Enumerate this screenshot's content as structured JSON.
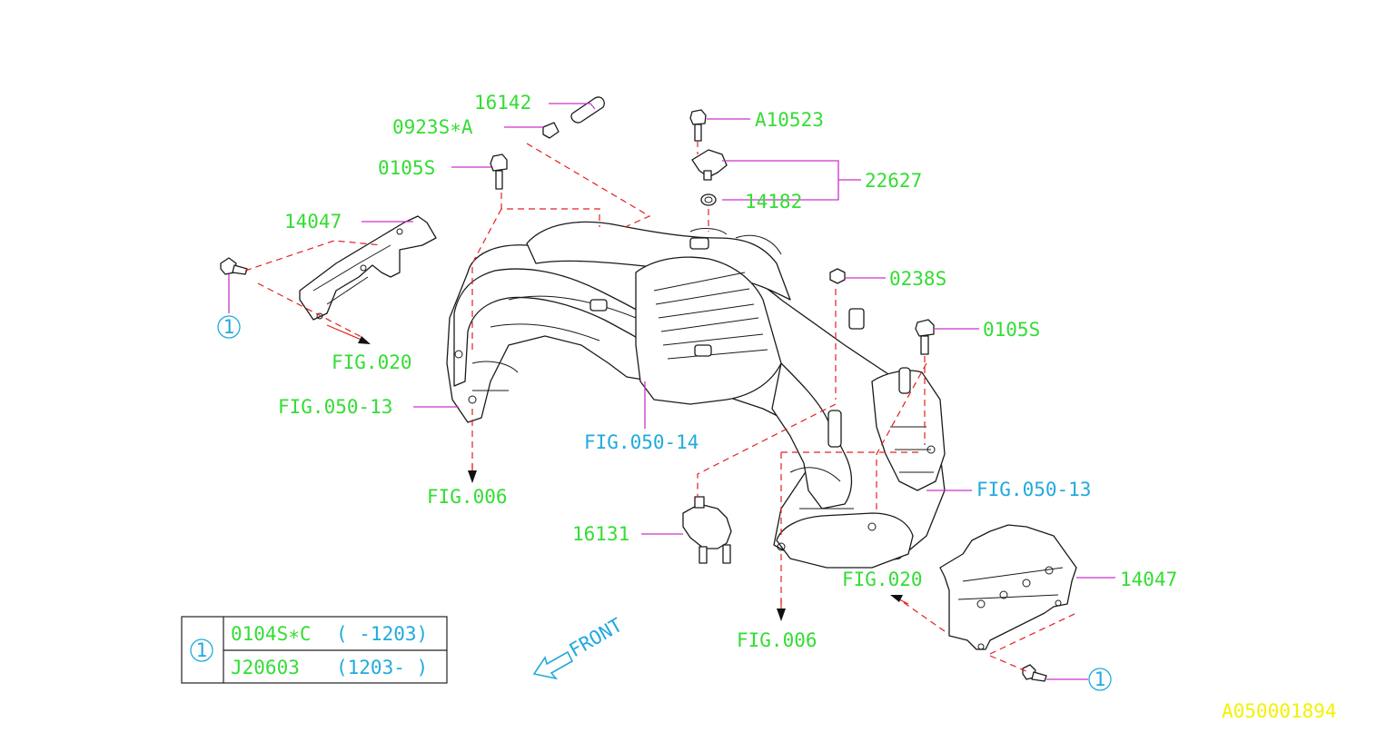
{
  "labels": {
    "p16142": "16142",
    "p0923s": "0923S∗A",
    "p0105s_left": "0105S",
    "p14047_left": "14047",
    "ref1_left": "1",
    "fig020_left": "FIG.020",
    "fig050_13_left": "FIG.050-13",
    "fig006_left": "FIG.006",
    "fig050_14": "FIG.050-14",
    "pA10523": "A10523",
    "p22627": "22627",
    "p14182": "14182",
    "p0238s": "0238S",
    "p0105s_right": "0105S",
    "fig050_13_right": "FIG.050-13",
    "p16131": "16131",
    "fig020_right": "FIG.020",
    "p14047_right": "14047",
    "fig006_right": "FIG.006",
    "ref1_right": "1",
    "front": "FRONT",
    "diagram_id": "A050001894"
  },
  "legend": {
    "ref": "1",
    "rows": [
      {
        "part": "0104S∗C",
        "range": "( -1203)"
      },
      {
        "part": "J20603",
        "range": "(1203- )"
      }
    ]
  },
  "colors": {
    "part_number": "#33dd33",
    "figure_ref": "#22aadd",
    "leader": "#cc33cc",
    "dashed": "#e32020",
    "diagram_id": "#f2f200"
  }
}
